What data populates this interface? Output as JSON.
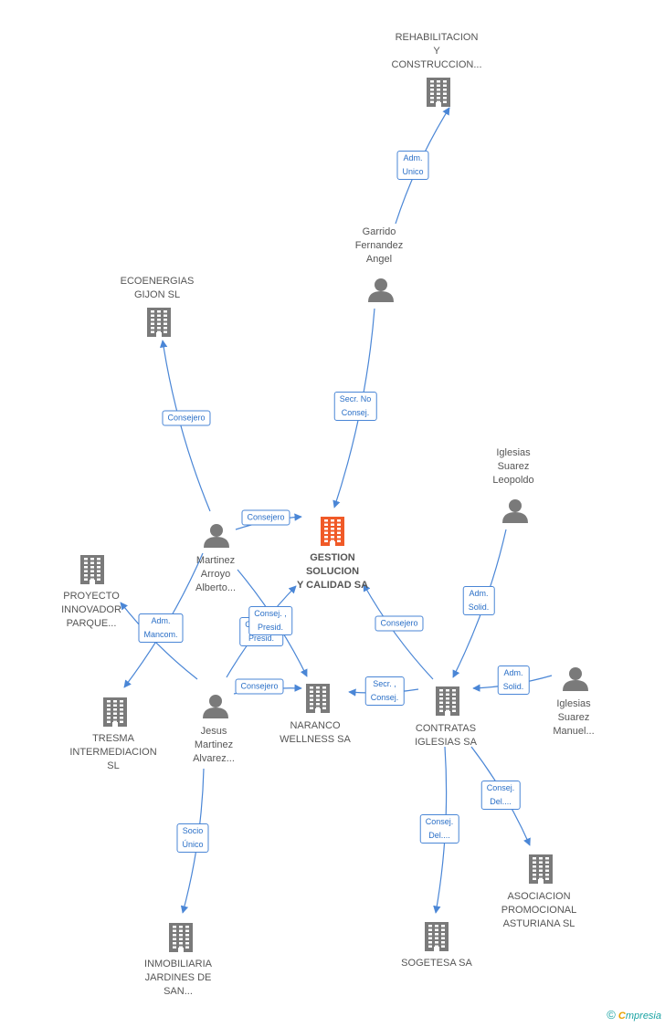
{
  "colors": {
    "company": "#7a7a7a",
    "person": "#7a7a7a",
    "focus": "#f05a28",
    "edge": "#4a86d6",
    "label_text": "#555555"
  },
  "nodes": [
    {
      "id": "rehab",
      "type": "company",
      "label": "REHABILITACION\nY\nCONSTRUCCION..."
    },
    {
      "id": "garrido",
      "type": "person",
      "label": "Garrido\nFernandez\nAngel"
    },
    {
      "id": "ecoenergias",
      "type": "company",
      "label": "ECOENERGIAS\nGIJON SL"
    },
    {
      "id": "gestion",
      "type": "focus",
      "label": "GESTION\nSOLUCION\nY CALIDAD SA"
    },
    {
      "id": "leopoldo",
      "type": "person",
      "label": "Iglesias\nSuarez\nLeopoldo"
    },
    {
      "id": "martinez",
      "type": "person",
      "label": "Martinez\nArroyo\nAlberto..."
    },
    {
      "id": "proyecto",
      "type": "company",
      "label": "PROYECTO\nINNOVADOR\nPARQUE..."
    },
    {
      "id": "naranco",
      "type": "company",
      "label": "NARANCO\nWELLNESS SA"
    },
    {
      "id": "contratas",
      "type": "company",
      "label": "CONTRATAS\nIGLESIAS SA"
    },
    {
      "id": "manuel",
      "type": "person",
      "label": "Iglesias\nSuarez\nManuel..."
    },
    {
      "id": "jesus",
      "type": "person",
      "label": "Jesus\nMartinez\nAlvarez..."
    },
    {
      "id": "tresma",
      "type": "company",
      "label": "TRESMA\nINTERMEDIACION\nSL"
    },
    {
      "id": "asociacion",
      "type": "company",
      "label": "ASOCIACION\nPROMOCIONAL\nASTURIANA SL"
    },
    {
      "id": "sogetesa",
      "type": "company",
      "label": "SOGETESA SA"
    },
    {
      "id": "inmobiliaria",
      "type": "company",
      "label": "INMOBILIARIA\nJARDINES DE\nSAN..."
    }
  ],
  "edges": [
    {
      "from": "garrido",
      "to": "rehab",
      "label": "Adm.\nUnico"
    },
    {
      "from": "garrido",
      "to": "gestion",
      "label": "Secr.  No\nConsej."
    },
    {
      "from": "martinez",
      "to": "ecoenergias",
      "label": "Consejero"
    },
    {
      "from": "martinez",
      "to": "gestion",
      "label": "Consejero"
    },
    {
      "from": "martinez",
      "to": "naranco",
      "label": "Consej. ,\nPresid."
    },
    {
      "from": "jesus",
      "to": "gestion",
      "label": "Consej. ,\nPresid."
    },
    {
      "from": "jesus",
      "to": "proyecto",
      "label": "Adm.\nMancom."
    },
    {
      "from": "martinez",
      "to": "tresma",
      "label": "Adm.\nMancom."
    },
    {
      "from": "jesus",
      "to": "naranco",
      "label": "Consejero"
    },
    {
      "from": "jesus",
      "to": "inmobiliaria",
      "label": "Socio\nÚnico"
    },
    {
      "from": "contratas",
      "to": "gestion",
      "label": "Consejero"
    },
    {
      "from": "contratas",
      "to": "naranco",
      "label": "Secr. ,\nConsej."
    },
    {
      "from": "leopoldo",
      "to": "contratas",
      "label": "Adm.\nSolid."
    },
    {
      "from": "manuel",
      "to": "contratas",
      "label": "Adm.\nSolid."
    },
    {
      "from": "contratas",
      "to": "asociacion",
      "label": "Consej.\nDel...."
    },
    {
      "from": "contratas",
      "to": "sogetesa",
      "label": "Consej.\nDel...."
    }
  ],
  "brand": {
    "copyright": "©",
    "initial": "C",
    "name": "mpresia"
  }
}
